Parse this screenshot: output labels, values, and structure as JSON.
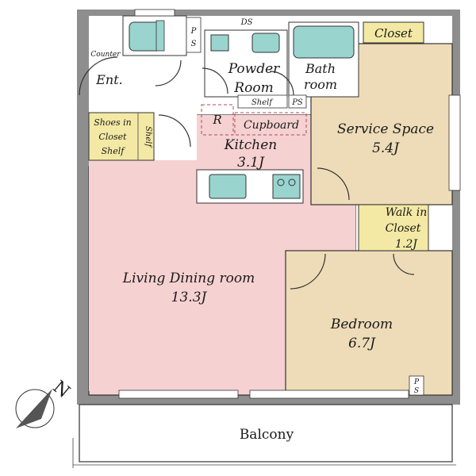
{
  "rooms": {
    "powder_room": "Powder",
    "powder_room_2": "Room",
    "bath": "Bath",
    "bath_2": "room",
    "closet_top": "Closet",
    "ent": "Ent.",
    "counter": "Counter",
    "shoes_closet": "Shoes in",
    "shoes_closet_2": "Closet",
    "shoes_shelf": "Shelf",
    "shelf_vertical": "Shelf",
    "shelf_small": "Shelf",
    "ps_top": "P",
    "ps_top_2": "S",
    "ps_mid": "PS",
    "ds": "DS",
    "r_fridge": "R",
    "cupboard": "Cupboard",
    "kitchen": "Kitchen",
    "kitchen_size": "3.1J",
    "service_space": "Service Space",
    "service_space_size": "5.4J",
    "walk_in": "Walk in",
    "walk_in_2": "Closet",
    "walk_in_size": "1.2J",
    "living": "Living Dining room",
    "living_size": "13.3J",
    "bedroom": "Bedroom",
    "bedroom_size": "6.7J",
    "ps_bed": "P",
    "ps_bed_2": "S",
    "balcony": "Balcony",
    "compass": "N"
  },
  "colors": {
    "living_kitchen": "#f6d1d1",
    "service_bedroom": "#eedcb8",
    "closet_yellow": "#f3e9a4",
    "wall_gray": "#8e8e8e",
    "fixture_teal": "#9ad4cf"
  }
}
